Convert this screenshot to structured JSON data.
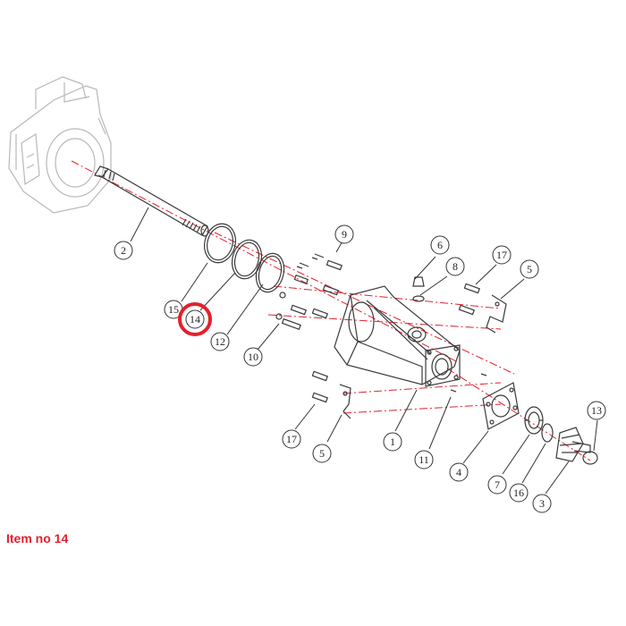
{
  "caption": {
    "text": "Item no 14",
    "color": "#e4202c"
  },
  "highlight": {
    "item": "14",
    "color": "#e4202c"
  },
  "centerline_color": "#e4202c",
  "callouts": [
    {
      "label": "2"
    },
    {
      "label": "15"
    },
    {
      "label": "14"
    },
    {
      "label": "12"
    },
    {
      "label": "9"
    },
    {
      "label": "10"
    },
    {
      "label": "6"
    },
    {
      "label": "8"
    },
    {
      "label": "17"
    },
    {
      "label": "5"
    },
    {
      "label": "17"
    },
    {
      "label": "5"
    },
    {
      "label": "1"
    },
    {
      "label": "11"
    },
    {
      "label": "4"
    },
    {
      "label": "7"
    },
    {
      "label": "16"
    },
    {
      "label": "3"
    },
    {
      "label": "13"
    }
  ]
}
